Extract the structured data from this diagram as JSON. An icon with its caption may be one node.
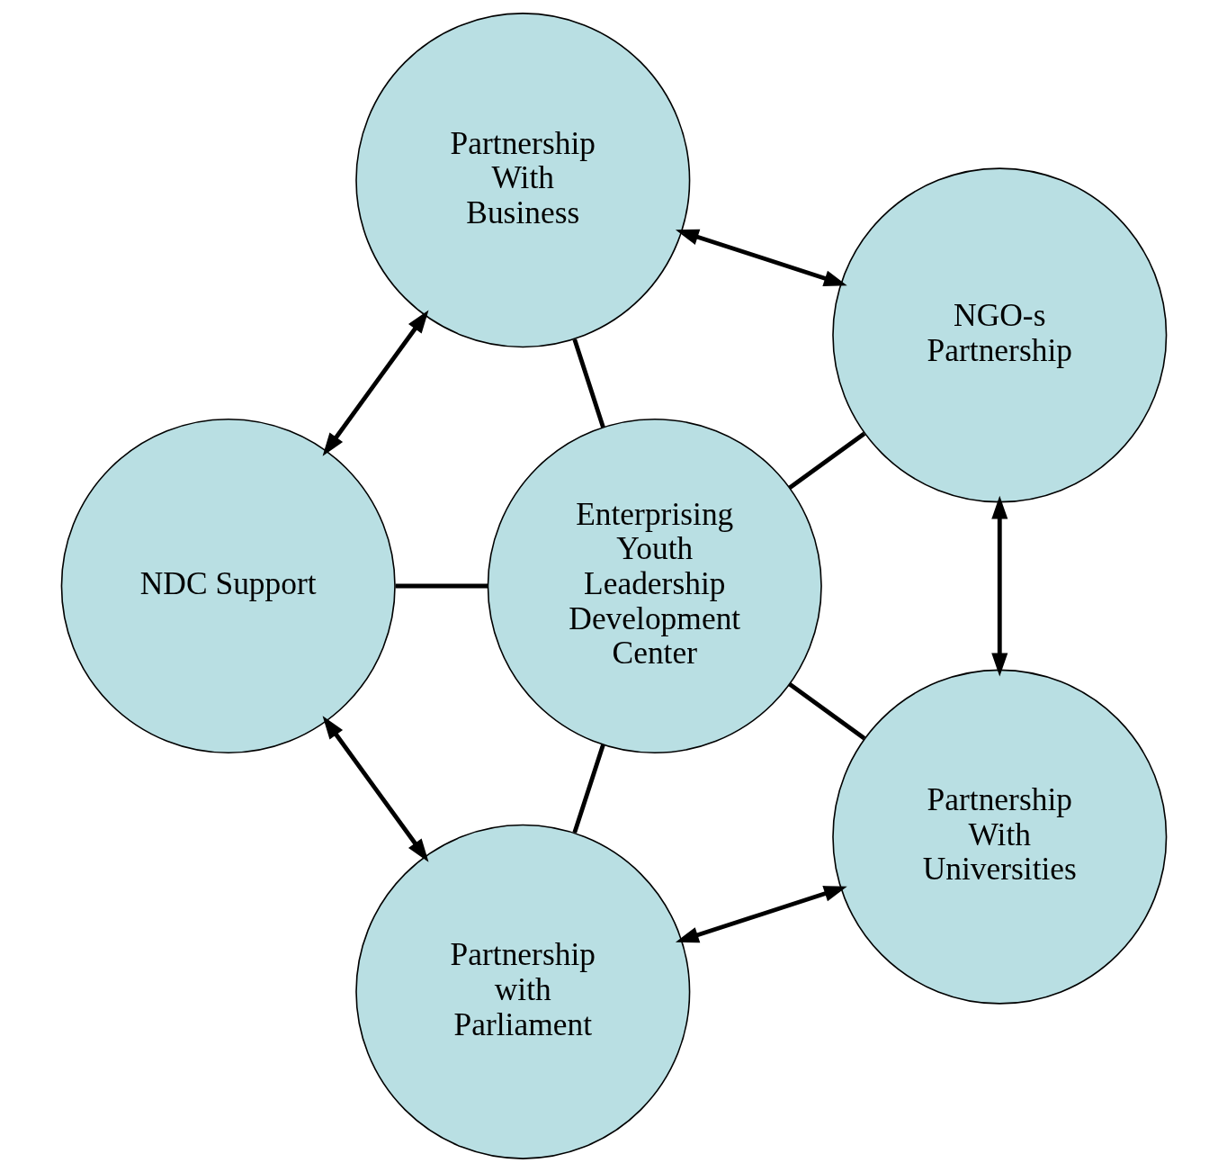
{
  "diagram": {
    "nodes": [
      {
        "text": [
          "NGO-s Partnership"
        ]
      },
      {
        "text": [
          "Partnership With Universities"
        ]
      },
      {
        "text": [
          "Partnership With Business"
        ]
      },
      {
        "text": [
          "Enterprising Youth Leadership Development Center"
        ]
      },
      {
        "text": [
          "Partnership with Parliament"
        ]
      },
      {
        "text": [
          "NDC Support"
        ]
      }
    ],
    "edges": [
      {
        "from": 3,
        "to": 0,
        "arrow": "none"
      },
      {
        "from": 3,
        "to": 1,
        "arrow": "none"
      },
      {
        "from": 3,
        "to": 2,
        "arrow": "none"
      },
      {
        "from": 3,
        "to": 4,
        "arrow": "none"
      },
      {
        "from": 3,
        "to": 5,
        "arrow": "none"
      },
      {
        "from": 1,
        "to": 0,
        "arrow": "both"
      },
      {
        "from": 0,
        "to": 2,
        "arrow": "both"
      },
      {
        "from": 1,
        "to": 4,
        "arrow": "both"
      },
      {
        "from": 2,
        "to": 5,
        "arrow": "both"
      },
      {
        "from": 4,
        "to": 5,
        "arrow": "both"
      }
    ]
  }
}
